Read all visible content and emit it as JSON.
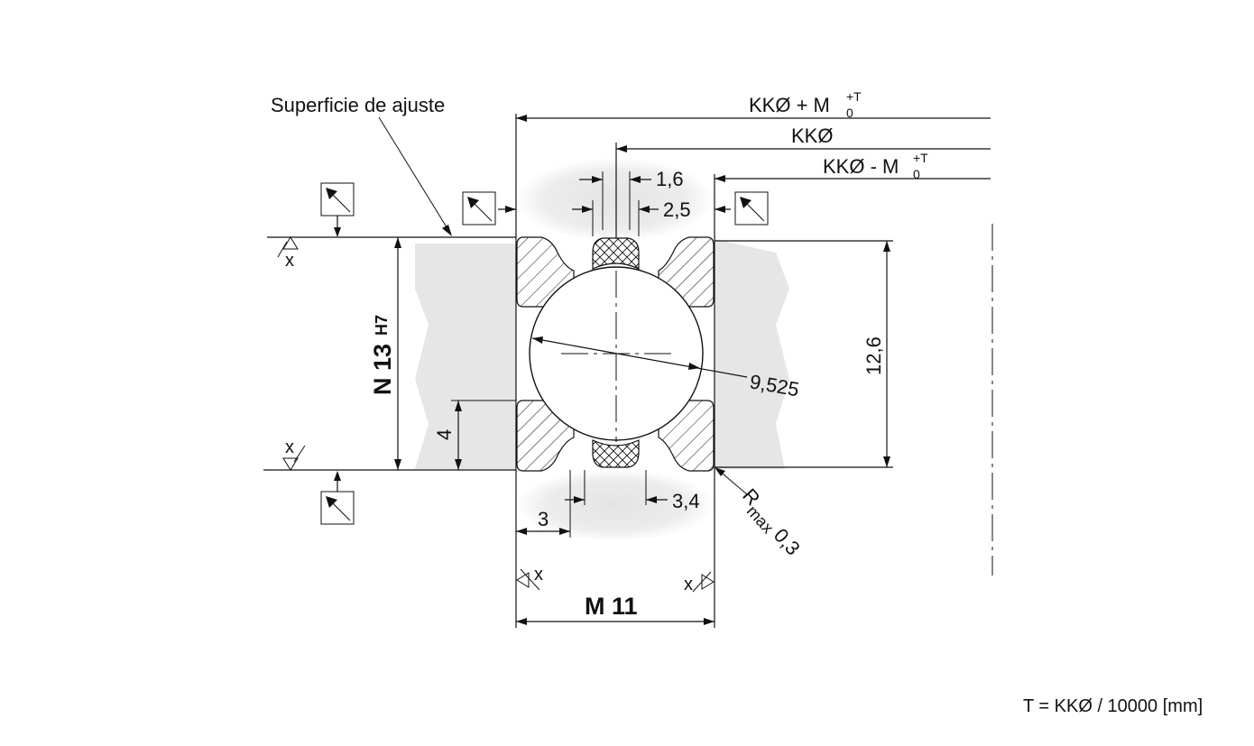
{
  "labels": {
    "fit_surface": "Superficie de ajuste",
    "kk_plus": "KKØ + M",
    "kk": "KKØ",
    "kk_minus": "KKØ - M",
    "tol_upper": "+T",
    "tol_lower": "0",
    "dim_1_6": "1,6",
    "dim_2_5": "2,5",
    "dim_n13": "N 13",
    "dim_n13_fit": "H7",
    "dim_12_6": "12,6",
    "dim_9_525": "9,525",
    "dim_4": "4",
    "dim_3": "3",
    "dim_3_4": "3,4",
    "rmax_r": "R",
    "rmax_sub": "max",
    "rmax_val": "0,3",
    "dim_m11": "M 11",
    "datum_x": "x",
    "formula": "T = KKØ / 10000 [mm]"
  },
  "icons": {
    "flatness_symbol": "arrow-box-icon",
    "surface_datum": "triangle-datum-icon"
  },
  "colors": {
    "ink": "#111111",
    "shade": "#d9d9d9",
    "background": "#ffffff"
  }
}
